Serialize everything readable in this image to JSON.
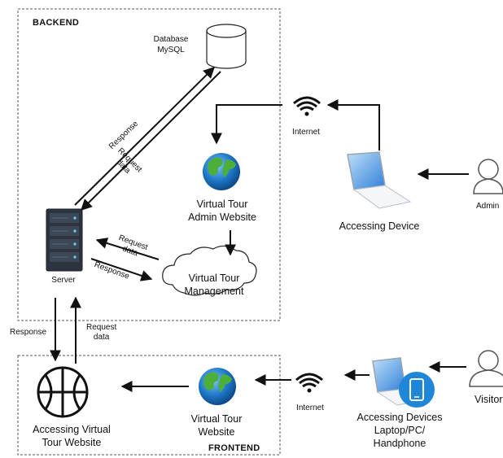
{
  "sections": {
    "backend": "BACKEND",
    "frontend": "FRONTEND"
  },
  "nodes": {
    "database": {
      "line1": "Database",
      "line2": "MySQL",
      "icon": "database-cylinder-icon"
    },
    "server": {
      "label": "Server",
      "icon": "server-rack-icon"
    },
    "admin_website": {
      "line1": "Virtual Tour",
      "line2": "Admin Website",
      "icon": "globe-icon"
    },
    "tour_management": {
      "line1": "Virtual Tour",
      "line2": "Management",
      "icon": "cloud-icon"
    },
    "internet_top": {
      "label": "Internet",
      "icon": "wifi-icon"
    },
    "internet_bottom": {
      "label": "Internet",
      "icon": "wifi-icon"
    },
    "admin_device": {
      "label": "Accessing Device",
      "icon": "laptop-icon"
    },
    "admin_user": {
      "label": "Admin",
      "icon": "user-icon"
    },
    "visitor_devices": {
      "line1": "Accessing Devices",
      "line2": "Laptop/PC/",
      "line3": "Handphone",
      "icon": "laptop-phone-icon"
    },
    "visitor_user": {
      "label": "Visitor",
      "icon": "user-icon"
    },
    "frontend_website": {
      "line1": "Virtual Tour",
      "line2": "Website",
      "icon": "globe-icon"
    },
    "accessing_website": {
      "line1": "Accessing Virtual",
      "line2": "Tour Website",
      "icon": "basketball-icon"
    }
  },
  "edges": {
    "server_db_response": "Response",
    "server_db_request": "Request\ndata",
    "cloud_server_request": "Request\ndata",
    "cloud_server_response": "Response",
    "server_front_response": "Response",
    "server_front_request": "Request\ndata"
  },
  "colors": {
    "globe_ocean": "#1e78c8",
    "globe_land": "#4caf3a",
    "phone_badge": "#1f86d8",
    "laptop_screen": "#3a8fe0",
    "server_body": "#2c3440",
    "line": "#111111"
  }
}
